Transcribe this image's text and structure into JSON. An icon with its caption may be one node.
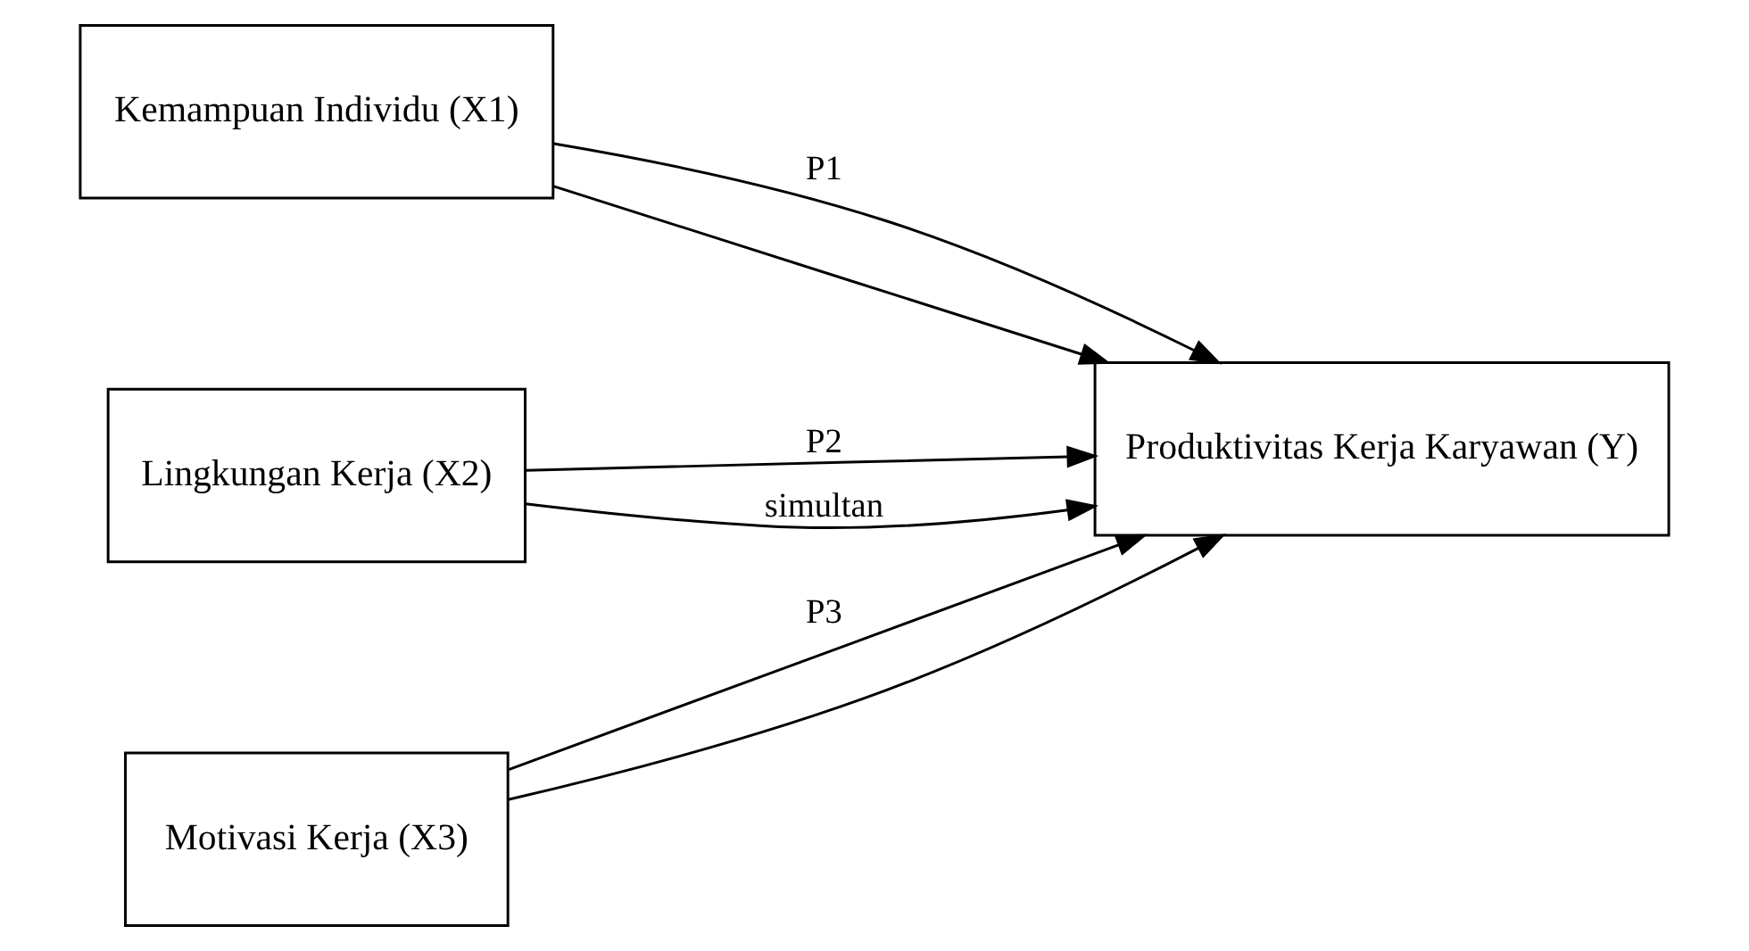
{
  "diagram": {
    "nodes": [
      {
        "text": [
          "Kemampuan Individu (X1)"
        ]
      },
      {
        "text": [
          "Lingkungan Kerja (X2)"
        ]
      },
      {
        "text": [
          "Motivasi Kerja (X3)"
        ]
      },
      {
        "text": [
          "Produktivitas Kerja Karyawan (Y)"
        ]
      }
    ],
    "edges": [
      {
        "from": 0,
        "to": 3,
        "arrow": "to",
        "label": "P1"
      },
      {
        "from": 1,
        "to": 3,
        "arrow": "to",
        "label": "P2"
      },
      {
        "from": 2,
        "to": 3,
        "arrow": "to",
        "label": "P3"
      },
      {
        "from": 0,
        "to": 3,
        "arrow": "to"
      },
      {
        "from": 1,
        "to": 3,
        "arrow": "to",
        "label": "simultan"
      },
      {
        "from": 2,
        "to": 3,
        "arrow": "to"
      }
    ]
  }
}
